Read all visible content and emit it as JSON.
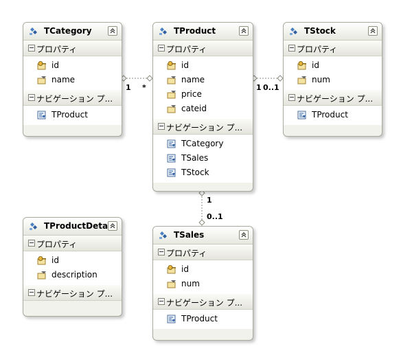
{
  "section_labels": {
    "properties": "プロパティ",
    "navigation": "ナビゲーション プ..."
  },
  "entities": {
    "tcategory": {
      "name": "TCategory",
      "properties": [
        "id",
        "name"
      ],
      "navigation": [
        "TProduct"
      ]
    },
    "tproduct": {
      "name": "TProduct",
      "properties": [
        "id",
        "name",
        "price",
        "cateid"
      ],
      "navigation": [
        "TCategory",
        "TSales",
        "TStock"
      ]
    },
    "tstock": {
      "name": "TStock",
      "properties": [
        "id",
        "num"
      ],
      "navigation": [
        "TProduct"
      ]
    },
    "tproductdetail": {
      "name": "TProductDetail",
      "properties": [
        "id",
        "description"
      ]
    },
    "tsales": {
      "name": "TSales",
      "properties": [
        "id",
        "num"
      ],
      "navigation": [
        "TProduct"
      ]
    }
  },
  "associations": {
    "category_product": {
      "left_multiplicity": "1",
      "right_multiplicity": "*"
    },
    "product_stock": {
      "left_multiplicity": "1",
      "right_multiplicity": "0..1"
    },
    "product_sales": {
      "top_multiplicity": "1",
      "bottom_multiplicity": "0..1"
    }
  },
  "icons": {
    "entity": "entity-type-icon",
    "key_property": "key-property-icon",
    "property": "scalar-property-icon",
    "navigation": "navigation-property-icon",
    "collapse": "collapse-chevron-icon",
    "section_toggle": "section-minus-icon"
  },
  "colors": {
    "entity_fill": "#f1f2ec",
    "entity_border": "#a7aa9c",
    "connector": "#8b8e7f"
  }
}
